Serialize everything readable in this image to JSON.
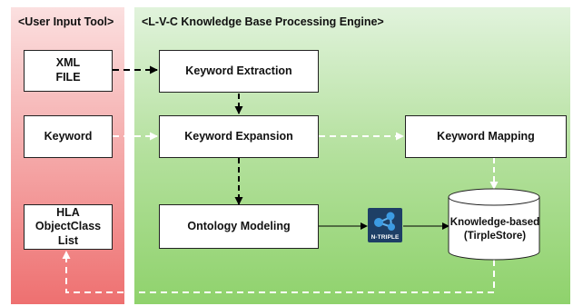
{
  "panels": {
    "user_input": {
      "title": "<User Input Tool>"
    },
    "engine": {
      "title": "<L-V-C Knowledge Base Processing Engine>"
    }
  },
  "nodes": {
    "xml_file": "XML\nFILE",
    "keyword": "Keyword",
    "hla_list": "HLA\nObjectClass\nList",
    "keyword_extraction": "Keyword Extraction",
    "keyword_expansion": "Keyword Expansion",
    "keyword_mapping": "Keyword Mapping",
    "ontology_modeling": "Ontology Modeling",
    "triple_store": "Knowledge-based\n(TirpleStore)"
  },
  "icons": {
    "n_triple": {
      "name": "n-triple-icon",
      "label": "N-TRIPLE",
      "color": "#1a6fb3"
    }
  },
  "colors": {
    "user_panel": "#f08080",
    "engine_panel": "#a5d98a",
    "black_dashed_arrow": "#000000",
    "white_dashed_arrow": "#ffffff"
  }
}
